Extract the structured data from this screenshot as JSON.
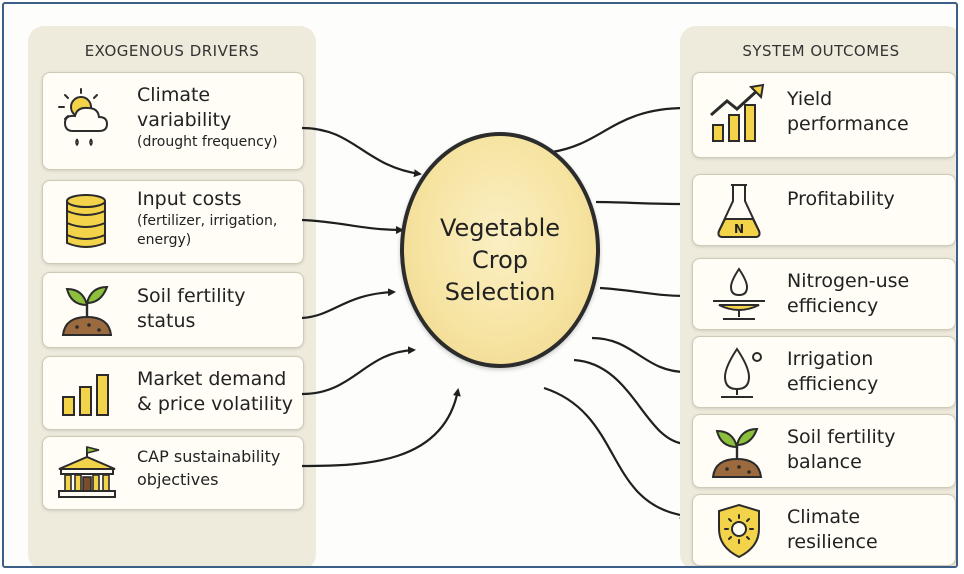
{
  "left_panel": {
    "title": "EXOGENOUS DRIVERS",
    "drivers": [
      {
        "line1": "Climate",
        "line2": "variability",
        "sub": "(drought frequency)",
        "icon": "sun-cloud-rain-icon"
      },
      {
        "line1": "Input costs",
        "sub1": "(fertilizer, irrigation,",
        "sub2": "energy)",
        "icon": "coin-stack-icon"
      },
      {
        "line1": "Soil fertility",
        "line2": "status",
        "icon": "sprout-soil-icon"
      },
      {
        "line1": "Market demand",
        "line2": "& price volatility",
        "icon": "bar-chart-icon"
      },
      {
        "line1": "CAP sustainability",
        "line2": "objectives",
        "icon": "government-building-icon"
      }
    ]
  },
  "center": {
    "line1": "Vegetable",
    "line2": "Crop",
    "line3": "Selection"
  },
  "right_panel": {
    "title": "SYSTEM OUTCOMES",
    "outcomes": [
      {
        "line1": "Yield",
        "line2": "performance",
        "icon": "growth-chart-icon"
      },
      {
        "line1": "Profitability",
        "icon": "flask-n-icon",
        "icon_text": "N"
      },
      {
        "line1": "Nitrogen-use",
        "line2": "efficiency",
        "icon": "nitrogen-drop-dish-icon"
      },
      {
        "line1": "Irrigation",
        "line2": "efficiency",
        "icon": "water-drop-icon"
      },
      {
        "line1": "Soil fertility",
        "line2": "balance",
        "icon": "sprout-soil-icon"
      },
      {
        "line1": "Climate",
        "line2": "resilience",
        "icon": "sun-shield-icon"
      }
    ]
  },
  "colors": {
    "panel": "#eeeadc",
    "card": "#fffdf6",
    "accent_yellow": "#f2d34a",
    "center_fill": "#f6e3a0",
    "border": "#3b5f86"
  }
}
